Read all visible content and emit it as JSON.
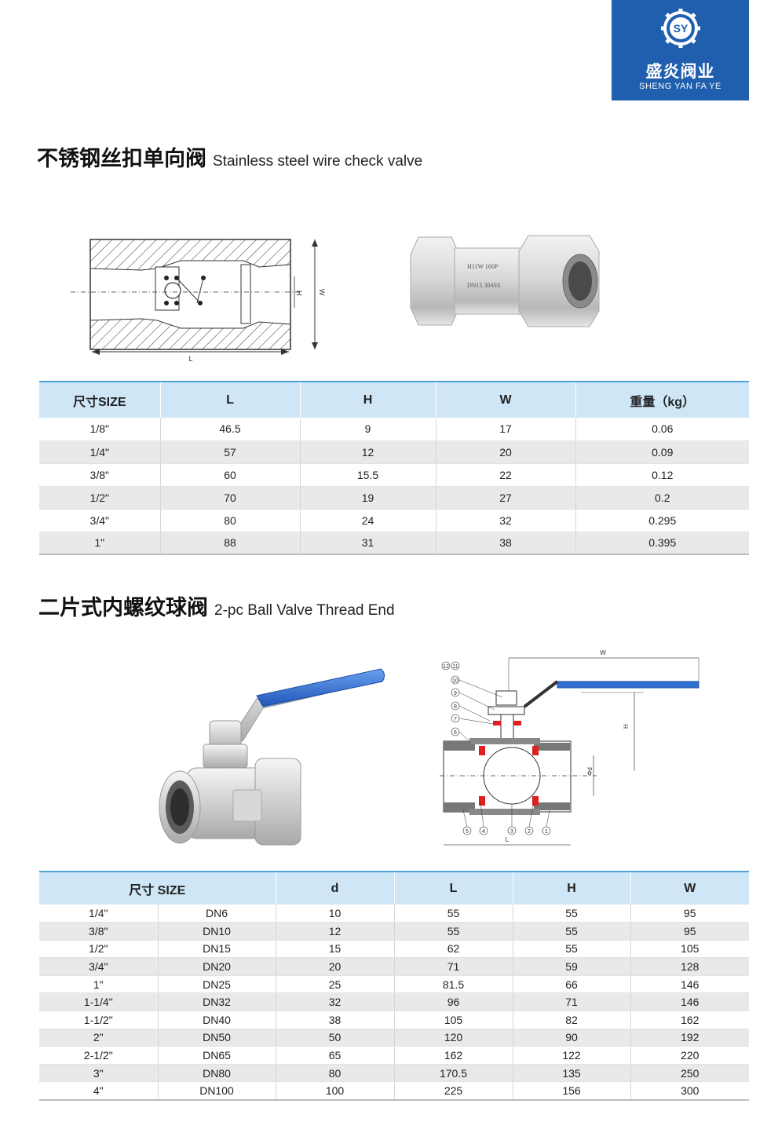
{
  "logo": {
    "name_cn": "盛炎阀业",
    "name_en": "SHENG YAN FA YE",
    "monogram": "SY"
  },
  "section1": {
    "title_cn": "不锈钢丝扣单向阀",
    "title_en": "Stainless steel wire check valve",
    "drawing_labels": {
      "L": "L",
      "H": "H",
      "W": "W"
    },
    "photo_marking": [
      "H11W 160P",
      "DN15 304SS"
    ],
    "table": {
      "headers": [
        "尺寸SIZE",
        "L",
        "H",
        "W",
        "重量（kg）"
      ],
      "rows": [
        [
          "1/8\"",
          "46.5",
          "9",
          "17",
          "0.06"
        ],
        [
          "1/4\"",
          "57",
          "12",
          "20",
          "0.09"
        ],
        [
          "3/8\"",
          "60",
          "15.5",
          "22",
          "0.12"
        ],
        [
          "1/2\"",
          "70",
          "19",
          "27",
          "0.2"
        ],
        [
          "3/4\"",
          "80",
          "24",
          "32",
          "0.295"
        ],
        [
          "1\"",
          "88",
          "31",
          "38",
          "0.395"
        ]
      ]
    }
  },
  "section2": {
    "title_cn": "二片式内螺纹球阀",
    "title_en": "2-pc Ball Valve Thread End",
    "drawing_labels": {
      "W": "W",
      "H": "H",
      "d": "Φd",
      "L": "L"
    },
    "part_numbers": [
      "1",
      "2",
      "3",
      "4",
      "5",
      "6",
      "7",
      "8",
      "9",
      "10",
      "11",
      "12"
    ],
    "table": {
      "headers": [
        "尺寸 SIZE",
        "d",
        "L",
        "H",
        "W"
      ],
      "rows": [
        [
          "1/4\"",
          "DN6",
          "10",
          "55",
          "55",
          "95"
        ],
        [
          "3/8\"",
          "DN10",
          "12",
          "55",
          "55",
          "95"
        ],
        [
          "1/2\"",
          "DN15",
          "15",
          "62",
          "55",
          "105"
        ],
        [
          "3/4\"",
          "DN20",
          "20",
          "71",
          "59",
          "128"
        ],
        [
          "1\"",
          "DN25",
          "25",
          "81.5",
          "66",
          "146"
        ],
        [
          "1-1/4\"",
          "DN32",
          "32",
          "96",
          "71",
          "146"
        ],
        [
          "1-1/2\"",
          "DN40",
          "38",
          "105",
          "82",
          "162"
        ],
        [
          "2\"",
          "DN50",
          "50",
          "120",
          "90",
          "192"
        ],
        [
          "2-1/2\"",
          "DN65",
          "65",
          "162",
          "122",
          "220"
        ],
        [
          "3\"",
          "DN80",
          "80",
          "170.5",
          "135",
          "250"
        ],
        [
          "4\"",
          "DN100",
          "100",
          "225",
          "156",
          "300"
        ]
      ]
    }
  },
  "colors": {
    "brand_blue": "#1f5fae",
    "header_bg": "#cfe6f7",
    "header_rule": "#4ea3dc",
    "row_alt": "#e9e9e9",
    "handle_blue": "#2f6fd0",
    "seal_red": "#e02020"
  }
}
